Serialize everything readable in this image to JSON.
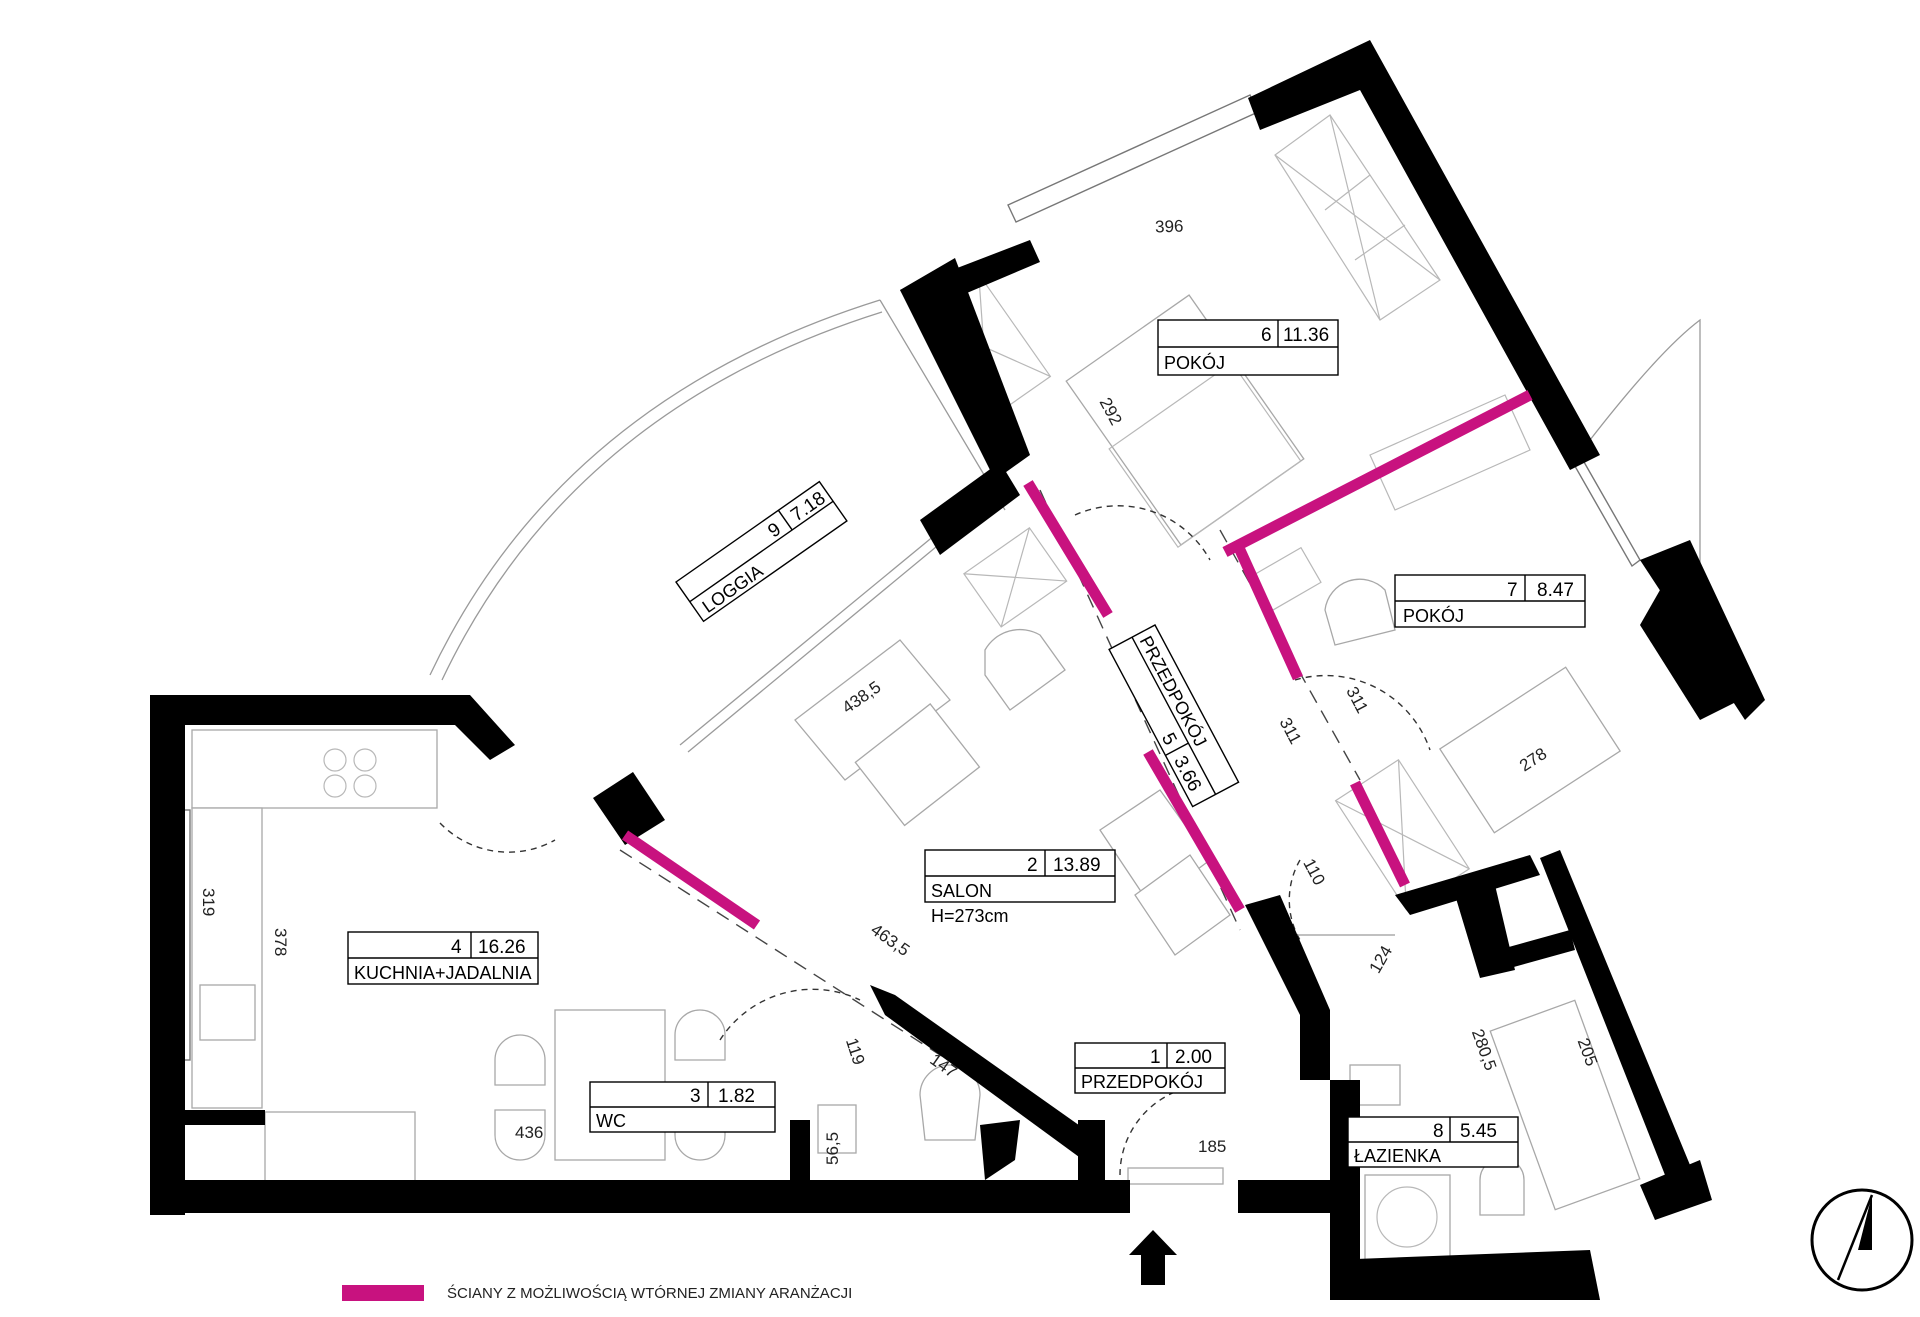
{
  "rooms": [
    {
      "id": "6",
      "number": "6",
      "area": "11.36",
      "name": "POKÓJ"
    },
    {
      "id": "7",
      "number": "7",
      "area": "8.47",
      "name": "POKÓJ"
    },
    {
      "id": "9",
      "number": "9",
      "area": "7.18",
      "name": "LOGGIA"
    },
    {
      "id": "5",
      "number": "5",
      "area": "3.66",
      "name": "PRZEDPOKÓJ"
    },
    {
      "id": "2",
      "number": "2",
      "area": "13.89",
      "name": "SALON",
      "height": "H=273cm"
    },
    {
      "id": "4",
      "number": "4",
      "area": "16.26",
      "name": "KUCHNIA+JADALNIA"
    },
    {
      "id": "3",
      "number": "3",
      "area": "1.82",
      "name": "WC"
    },
    {
      "id": "1",
      "number": "1",
      "area": "2.00",
      "name": "PRZEDPOKÓJ"
    },
    {
      "id": "8",
      "number": "8",
      "area": "5.45",
      "name": "ŁAZIENKA"
    }
  ],
  "dimensions": [
    "396",
    "292",
    "311",
    "311",
    "278",
    "110",
    "124",
    "280,5",
    "205",
    "438,5",
    "463,5",
    "378",
    "319",
    "436",
    "119",
    "147",
    "56,5",
    "185"
  ],
  "legend": {
    "label": "ŚCIANY Z MOŻLIWOŚCIĄ WTÓRNEJ ZMIANY ARANŻACJI",
    "color": "#c8127f"
  },
  "entrance_arrow": "entrance-arrow",
  "compass": "north-arrow-icon",
  "colors": {
    "wall": "#000000",
    "movable_wall": "#c8127f",
    "background": "#ffffff"
  }
}
